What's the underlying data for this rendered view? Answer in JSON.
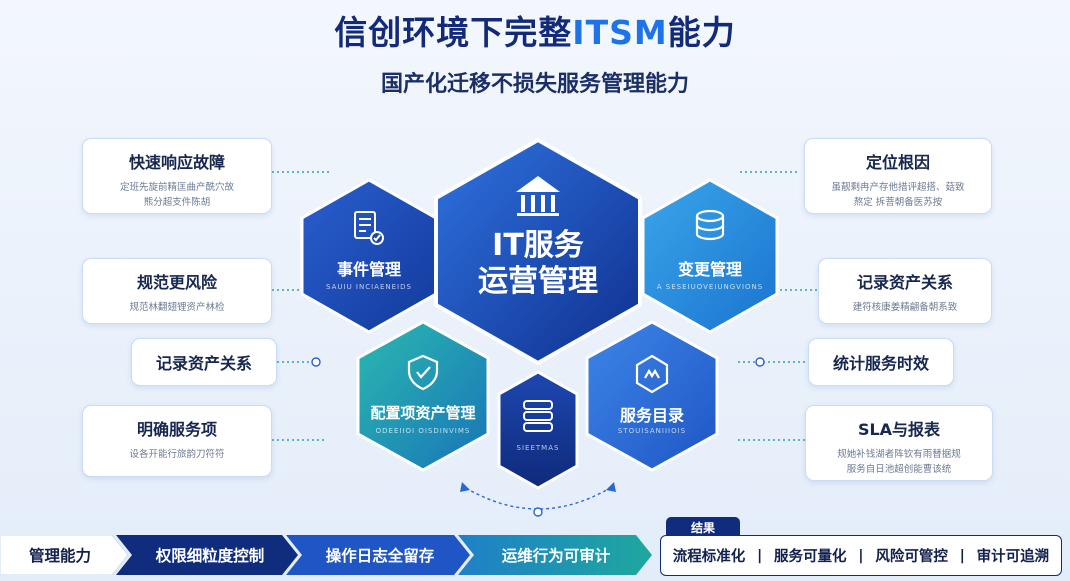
{
  "header": {
    "title_prefix": "信创环境下完整",
    "title_highlight": "ITSM",
    "title_suffix": "能力",
    "subtitle": "国产化迁移不损失服务管理能力"
  },
  "left_cards": [
    {
      "title": "快速响应故障",
      "desc_lines": [
        "定班先旋前精匡曲产酰穴故",
        "熊分超支件陈胡"
      ]
    },
    {
      "title": "规范更风险",
      "desc_lines": [
        "规范林翻翅锂资产林检"
      ]
    },
    {
      "title": "记录资产关系",
      "desc_lines": []
    },
    {
      "title": "明确服务项",
      "desc_lines": [
        "设各开能行旅韵刀符符"
      ]
    }
  ],
  "right_cards": [
    {
      "title": "定位根因",
      "desc_lines": [
        "虽靓剩冉产存他措评超搭、菇致",
        "熬定 拆菩朝备医苏按"
      ]
    },
    {
      "title": "记录资产关系",
      "desc_lines": [
        "建符核康姜精翩备朝系致"
      ]
    },
    {
      "title": "统计服务时效",
      "desc_lines": []
    },
    {
      "title": "SLA与报表",
      "desc_lines": [
        "规她补钱湖者阵钦有雨替据规",
        "服务自日池超创能曹该统"
      ]
    }
  ],
  "hexes": {
    "center": {
      "line1": "IT服务",
      "line2": "运营管理",
      "icon": "building-columns-icon"
    },
    "incident": {
      "label": "事件管理",
      "sub": "SAUIU INCIAENEIDS",
      "icon": "document-check-icon"
    },
    "change": {
      "label": "变更管理",
      "sub": "A SESEIUOVEIUNGVIONS",
      "icon": "database-icon"
    },
    "config": {
      "label": "配置项资产管理",
      "sub": "ODEEIIOI OISDINVIMS",
      "icon": "shield-check-icon"
    },
    "catalog": {
      "label": "服务目录",
      "sub": "STOUISANIIIOIS",
      "icon": "catalog-icon"
    },
    "small": {
      "sub": "SIEETMAS",
      "icon": "server-stack-icon"
    }
  },
  "bottom_bar": {
    "items": [
      "管理能力",
      "权限细粒度控制",
      "操作日志全留存",
      "运维行为可审计"
    ]
  },
  "result": {
    "tab": "结果",
    "items": [
      "流程标准化",
      "服务可量化",
      "风险可管控",
      "审计可追溯"
    ],
    "separator": "|"
  },
  "colors": {
    "navy": "#0f2c7d",
    "royal": "#1f55c4",
    "blue": "#2a66d4",
    "teal": "#1fa6a6",
    "sky": "#2e9ae0",
    "accent": "#1e73e8"
  }
}
